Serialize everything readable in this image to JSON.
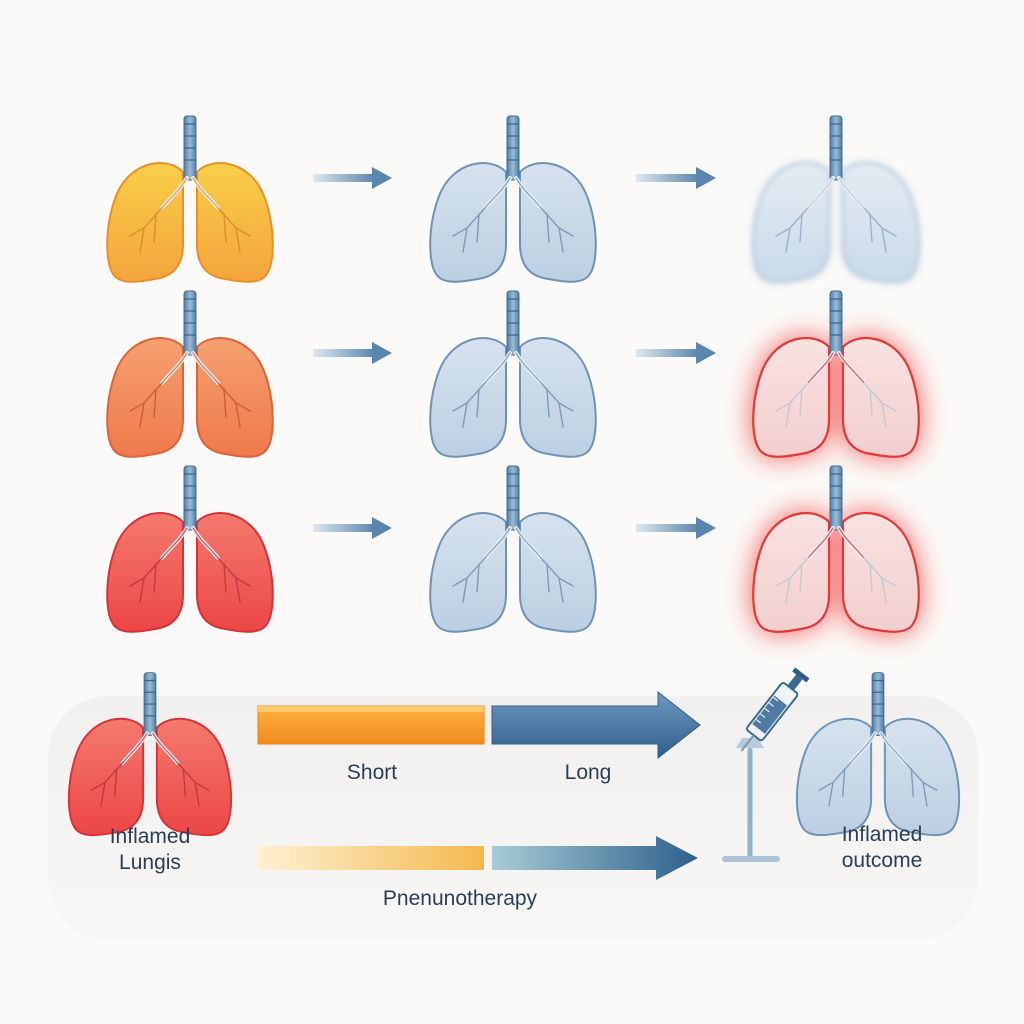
{
  "grid": {
    "rows": [
      {
        "id": "row1",
        "stages": [
          {
            "state": "yellow-inflamed",
            "fill": "#f5b13c"
          },
          {
            "state": "blue-healthy",
            "fill": "#c5d5e5"
          },
          {
            "state": "blue-hazy",
            "fill": "#d2dfeb"
          }
        ]
      },
      {
        "id": "row2",
        "stages": [
          {
            "state": "orange-inflamed",
            "fill": "#f08555"
          },
          {
            "state": "blue-healthy",
            "fill": "#c5d5e5"
          },
          {
            "state": "red-glow-damaged",
            "fill": "#f29a9a"
          }
        ]
      },
      {
        "id": "row3",
        "stages": [
          {
            "state": "red-inflamed",
            "fill": "#f05050"
          },
          {
            "state": "blue-healthy",
            "fill": "#c5d5e5"
          },
          {
            "state": "red-glow-damaged",
            "fill": "#f6b0b0"
          }
        ]
      }
    ]
  },
  "timeline": {
    "start_label": "Inflamed\nLungis",
    "end_label": "Inflamed\noutcome",
    "short_label": "Short",
    "long_label": "Long",
    "therapy_label": "Pnenunotherapy"
  },
  "icons": {
    "lungs": "lungs-icon",
    "arrow": "arrow-right-icon",
    "syringe": "syringe-icon"
  },
  "colors": {
    "orange_bar": "#f79a2a",
    "blue_arrow": "#3a6a94",
    "text": "#2c3e55",
    "healthy_lung": "#c5d5e5",
    "inflamed_lung": "#f05050"
  }
}
